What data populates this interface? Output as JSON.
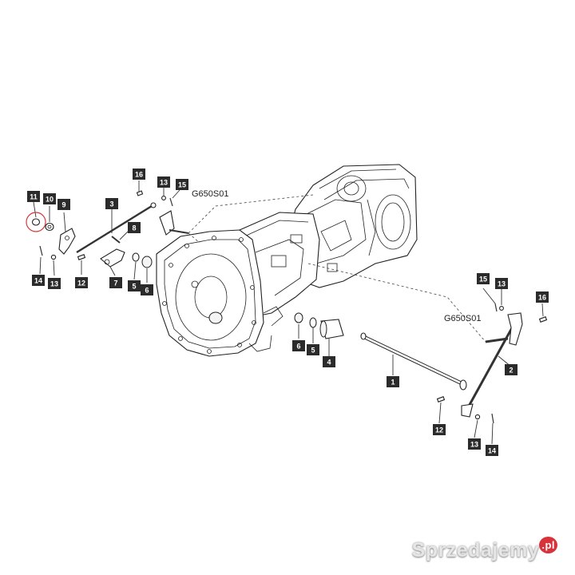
{
  "diagram": {
    "callouts": [
      {
        "id": "c16a",
        "label": "16"
      },
      {
        "id": "c13a",
        "label": "13"
      },
      {
        "id": "c15a",
        "label": "15"
      },
      {
        "id": "c11",
        "label": "11"
      },
      {
        "id": "c10",
        "label": "10"
      },
      {
        "id": "c9",
        "label": "9"
      },
      {
        "id": "c3",
        "label": "3"
      },
      {
        "id": "c8",
        "label": "8"
      },
      {
        "id": "c14a",
        "label": "14"
      },
      {
        "id": "c13b",
        "label": "13"
      },
      {
        "id": "c12a",
        "label": "12"
      },
      {
        "id": "c7",
        "label": "7"
      },
      {
        "id": "c5a",
        "label": "5"
      },
      {
        "id": "c6a",
        "label": "6"
      },
      {
        "id": "c6b",
        "label": "6"
      },
      {
        "id": "c5b",
        "label": "5"
      },
      {
        "id": "c4",
        "label": "4"
      },
      {
        "id": "c1",
        "label": "1"
      },
      {
        "id": "c2",
        "label": "2"
      },
      {
        "id": "c15b",
        "label": "15"
      },
      {
        "id": "c13c",
        "label": "13"
      },
      {
        "id": "c16b",
        "label": "16"
      },
      {
        "id": "c12b",
        "label": "12"
      },
      {
        "id": "c13d",
        "label": "13"
      },
      {
        "id": "c14b",
        "label": "14"
      }
    ],
    "references": [
      {
        "id": "ref1",
        "label": "G650S01"
      },
      {
        "id": "ref2",
        "label": "G650S01"
      }
    ]
  },
  "watermark": {
    "text": "Sprzedajemy",
    "suffix": ".pl"
  }
}
